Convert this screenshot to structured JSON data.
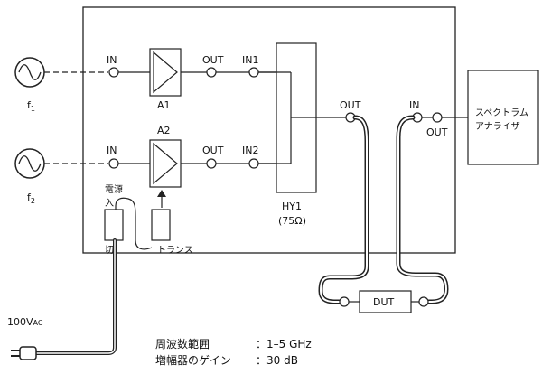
{
  "sources": [
    {
      "label": "f",
      "sub": "1"
    },
    {
      "label": "f",
      "sub": "2"
    }
  ],
  "amplifiers": {
    "a1": {
      "name": "A1",
      "in_label": "IN",
      "out_label": "OUT"
    },
    "a2": {
      "name": "A2",
      "in_label": "IN",
      "out_label": "OUT"
    }
  },
  "hybrid": {
    "name": "HY1",
    "impedance": "(75Ω)",
    "in1": "IN1",
    "in2": "IN2",
    "out": "OUT"
  },
  "power_switch": {
    "top": "電源",
    "top2": "入",
    "bottom": "切"
  },
  "transformer": {
    "label": "トランス"
  },
  "dut": {
    "label": "DUT"
  },
  "analyzer": {
    "line1": "スペクトラム",
    "line2": "アナライザ",
    "in_label": "IN",
    "out_label": "OUT"
  },
  "mains": {
    "label": "100V",
    "sub": "AC"
  },
  "specs": [
    {
      "name": "周波数範囲",
      "value": "：1–5 GHz"
    },
    {
      "name": "増幅器のゲイン",
      "value": "：30 dB"
    }
  ]
}
